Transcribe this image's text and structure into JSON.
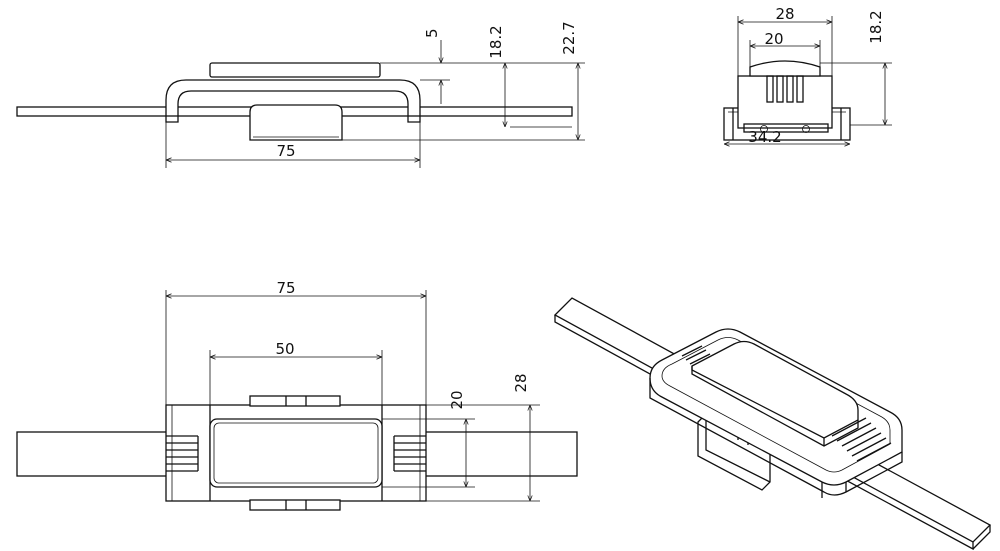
{
  "views": {
    "side": {
      "dim_top_gap": "5",
      "dim_height_body": "18.2",
      "dim_height_total": "22.7",
      "dim_length": "75"
    },
    "end": {
      "dim_outer_width": "28",
      "dim_inner_width": "20",
      "dim_height": "18.2",
      "dim_base_width": "34.2"
    },
    "top": {
      "dim_length": "75",
      "dim_inner_length": "50",
      "dim_inner_width": "20",
      "dim_outer_width": "28"
    }
  },
  "colors": {
    "stroke": "#111111",
    "background": "#ffffff"
  }
}
